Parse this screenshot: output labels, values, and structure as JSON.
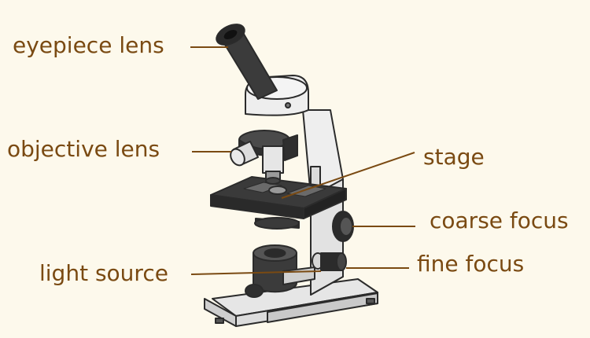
{
  "labels": {
    "eyepiece": "eyepiece lens",
    "objective": "objective lens",
    "light": "light source",
    "stage": "stage",
    "coarse": "coarse focus",
    "fine": "fine focus"
  },
  "colors": {
    "background": "#fdf9ec",
    "label_text": "#7a4a12",
    "leader_line": "#7a4a12",
    "body": "#eeeeee",
    "outline": "#2b2b2b",
    "dark_part": "#333333"
  }
}
